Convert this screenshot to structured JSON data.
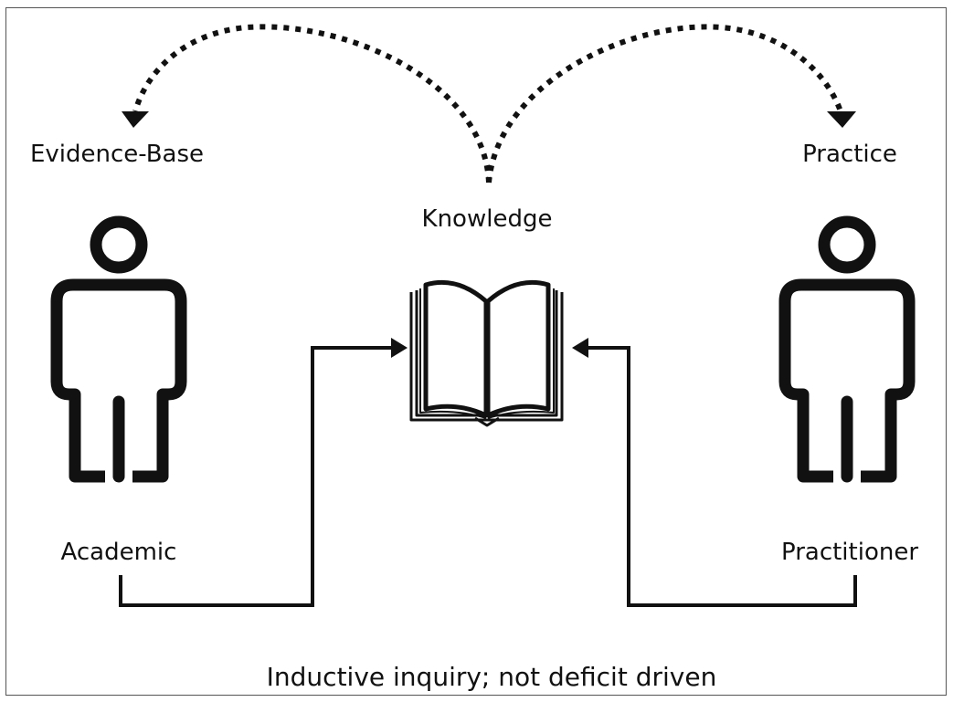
{
  "labels": {
    "evidence_base": "Evidence-Base",
    "practice": "Practice",
    "knowledge": "Knowledge",
    "academic": "Academic",
    "practitioner": "Practitioner",
    "caption": "Inductive inquiry; not deficit driven"
  },
  "icons": {
    "left_person": "person-icon",
    "right_person": "person-icon",
    "center": "open-book-icon"
  },
  "colors": {
    "ink": "#111111",
    "frame": "#555555",
    "background": "#ffffff"
  }
}
